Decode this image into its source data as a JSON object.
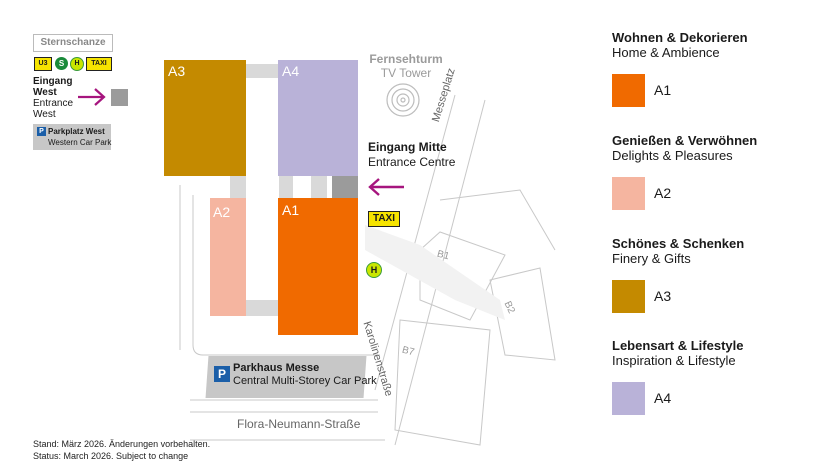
{
  "map": {
    "halls": [
      {
        "id": "A3",
        "label": "A3",
        "color": "#c48a00"
      },
      {
        "id": "A4",
        "label": "A4",
        "color": "#b9b2d8"
      },
      {
        "id": "A2",
        "label": "A2",
        "color": "#f5b5a0"
      },
      {
        "id": "A1",
        "label": "A1",
        "color": "#f06a00"
      }
    ],
    "tower": {
      "name_de": "Fernsehturm",
      "name_en": "TV Tower"
    },
    "entrance_west": {
      "de_line1": "Eingang",
      "de_line2": "West",
      "en_line1": "Entrance",
      "en_line2": "West"
    },
    "entrance_centre": {
      "de": "Eingang Mitte",
      "en": "Entrance Centre"
    },
    "station": {
      "name": "Sternschanze",
      "u": "U3",
      "s": "S",
      "h": "H",
      "taxi": "TAXI"
    },
    "parking_west": {
      "icon": "P",
      "de": "Parkplatz West",
      "en": "Western Car Park"
    },
    "parking_messe": {
      "icon": "P",
      "de": "Parkhaus Messe",
      "en": "Central Multi-Storey Car Park"
    },
    "taxi_centre": "TAXI",
    "bus_stop": "H",
    "streets": {
      "messeplatz": "Messeplatz",
      "karolinenstrasse": "Karolinenstraße",
      "flora": "Flora-Neumann-Straße"
    },
    "buildings": [
      "B1",
      "B2",
      "B7"
    ],
    "colors": {
      "arrow": "#a6157e",
      "gray_connector": "#d9d9d9",
      "gray_dark": "#9b9b9b",
      "taxi_yellow": "#f6e400",
      "bus_green": "#c9e600",
      "parking_blue": "#1a5ea8",
      "road": "#c8c8c8"
    }
  },
  "legend": [
    {
      "head": "Wohnen & Dekorieren",
      "sub": "Home & Ambience",
      "hall": "A1",
      "color": "#f06a00"
    },
    {
      "head": "Genießen & Verwöhnen",
      "sub": "Delights & Pleasures",
      "hall": "A2",
      "color": "#f5b5a0"
    },
    {
      "head": "Schönes & Schenken",
      "sub": "Finery & Gifts",
      "hall": "A3",
      "color": "#c48a00"
    },
    {
      "head": "Lebensart & Lifestyle",
      "sub": "Inspiration & Lifestyle",
      "hall": "A4",
      "color": "#b9b2d8"
    }
  ],
  "footer": {
    "de": "Stand: März 2026. Änderungen vorbehalten.",
    "en": "Status: March 2026. Subject to change"
  }
}
